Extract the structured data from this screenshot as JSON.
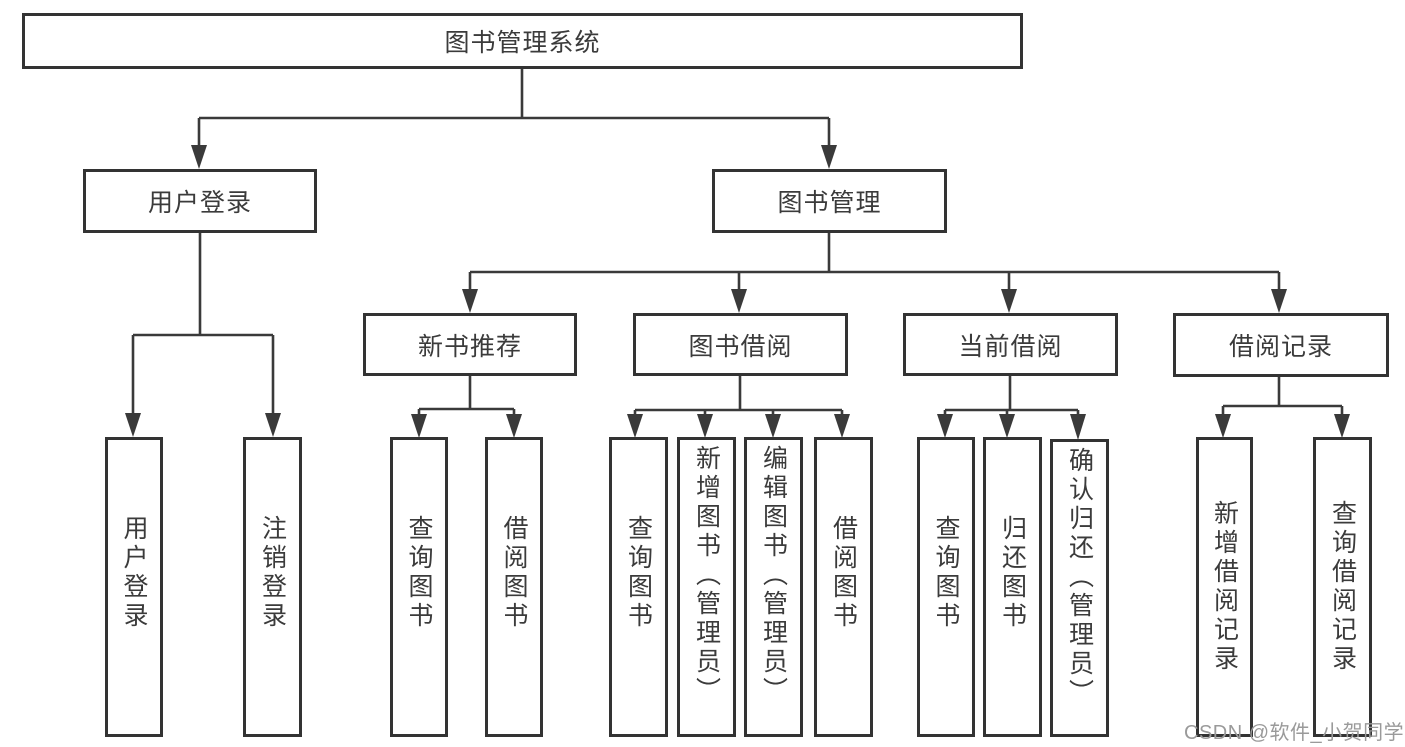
{
  "tree": {
    "root": "图书管理系统",
    "children": [
      {
        "label": "用户登录",
        "leaves": [
          "用户登录",
          "注销登录"
        ]
      },
      {
        "label": "图书管理",
        "children": [
          {
            "label": "新书推荐",
            "leaves": [
              "查询图书",
              "借阅图书"
            ]
          },
          {
            "label": "图书借阅",
            "leaves": [
              "查询图书",
              "新增图书（管理员）",
              "编辑图书（管理员）",
              "借阅图书"
            ]
          },
          {
            "label": "当前借阅",
            "leaves": [
              "查询图书",
              "归还图书",
              "确认归还（管理员）"
            ]
          },
          {
            "label": "借阅记录",
            "leaves": [
              "新增借阅记录",
              "查询借阅记录"
            ]
          }
        ]
      }
    ]
  },
  "watermark": {
    "text": "CSDN @软件_小贺同学"
  },
  "colors": {
    "line": "#3a3a3a",
    "box_border": "#333333",
    "text": "#3b3b3b",
    "watermark": "#9a9a9a",
    "background": "#ffffff"
  }
}
